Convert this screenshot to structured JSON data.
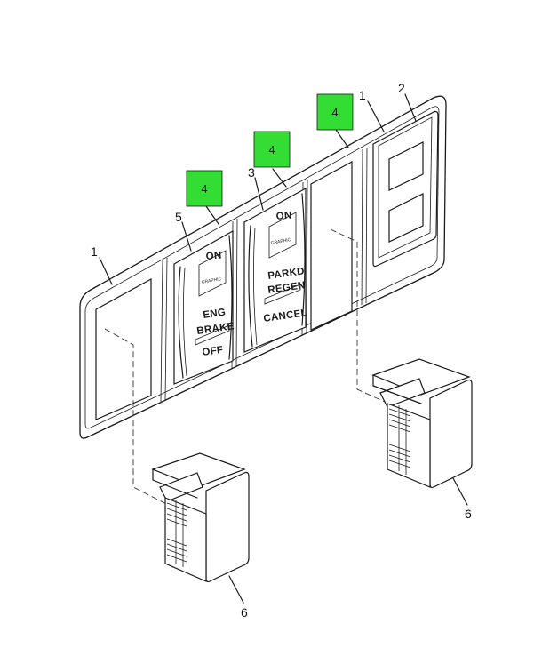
{
  "callouts": {
    "c1_left": "1",
    "c1_top": "1",
    "c2": "2",
    "c3": "3",
    "c5": "5",
    "c6_bottom": "6",
    "c6_right": "6",
    "c4_a": "4",
    "c4_b": "4",
    "c4_c": "4"
  },
  "switch_eng_brake": {
    "top": "ON",
    "graphic": "GRAPHIC",
    "line1": "ENG",
    "line2": "BRAKE",
    "bottom": "OFF"
  },
  "switch_regen": {
    "top": "ON",
    "graphic": "GRAPHIC",
    "line1": "PARKD",
    "line2": "REGEN",
    "bottom": "CANCEL"
  },
  "colors": {
    "callout_box": "#33dd33",
    "line": "#1a1a1a"
  }
}
